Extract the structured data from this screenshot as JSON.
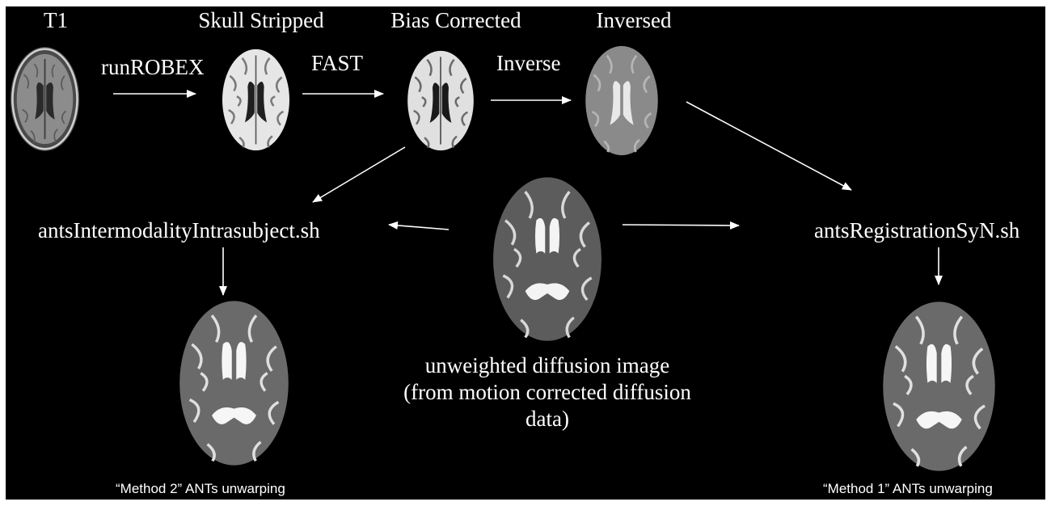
{
  "stages": {
    "t1": "T1",
    "skull_stripped": "Skull Stripped",
    "bias_corrected": "Bias Corrected",
    "inversed": "Inversed"
  },
  "steps": {
    "robex": "runROBEX",
    "fast": "FAST",
    "inverse": "Inverse"
  },
  "tools": {
    "intermodality": "antsIntermodalityIntrasubject.sh",
    "registration_syn": "antsRegistrationSyN.sh"
  },
  "center_caption": {
    "line1": "unweighted diffusion image",
    "line2": "(from motion corrected diffusion",
    "line3": "data)"
  },
  "outputs": {
    "method2": "“Method 2” ANTs unwarping",
    "method1": "“Method 1” ANTs unwarping"
  },
  "colors": {
    "background": "#000000",
    "text": "#ffffff",
    "arrow": "#ffffff"
  }
}
